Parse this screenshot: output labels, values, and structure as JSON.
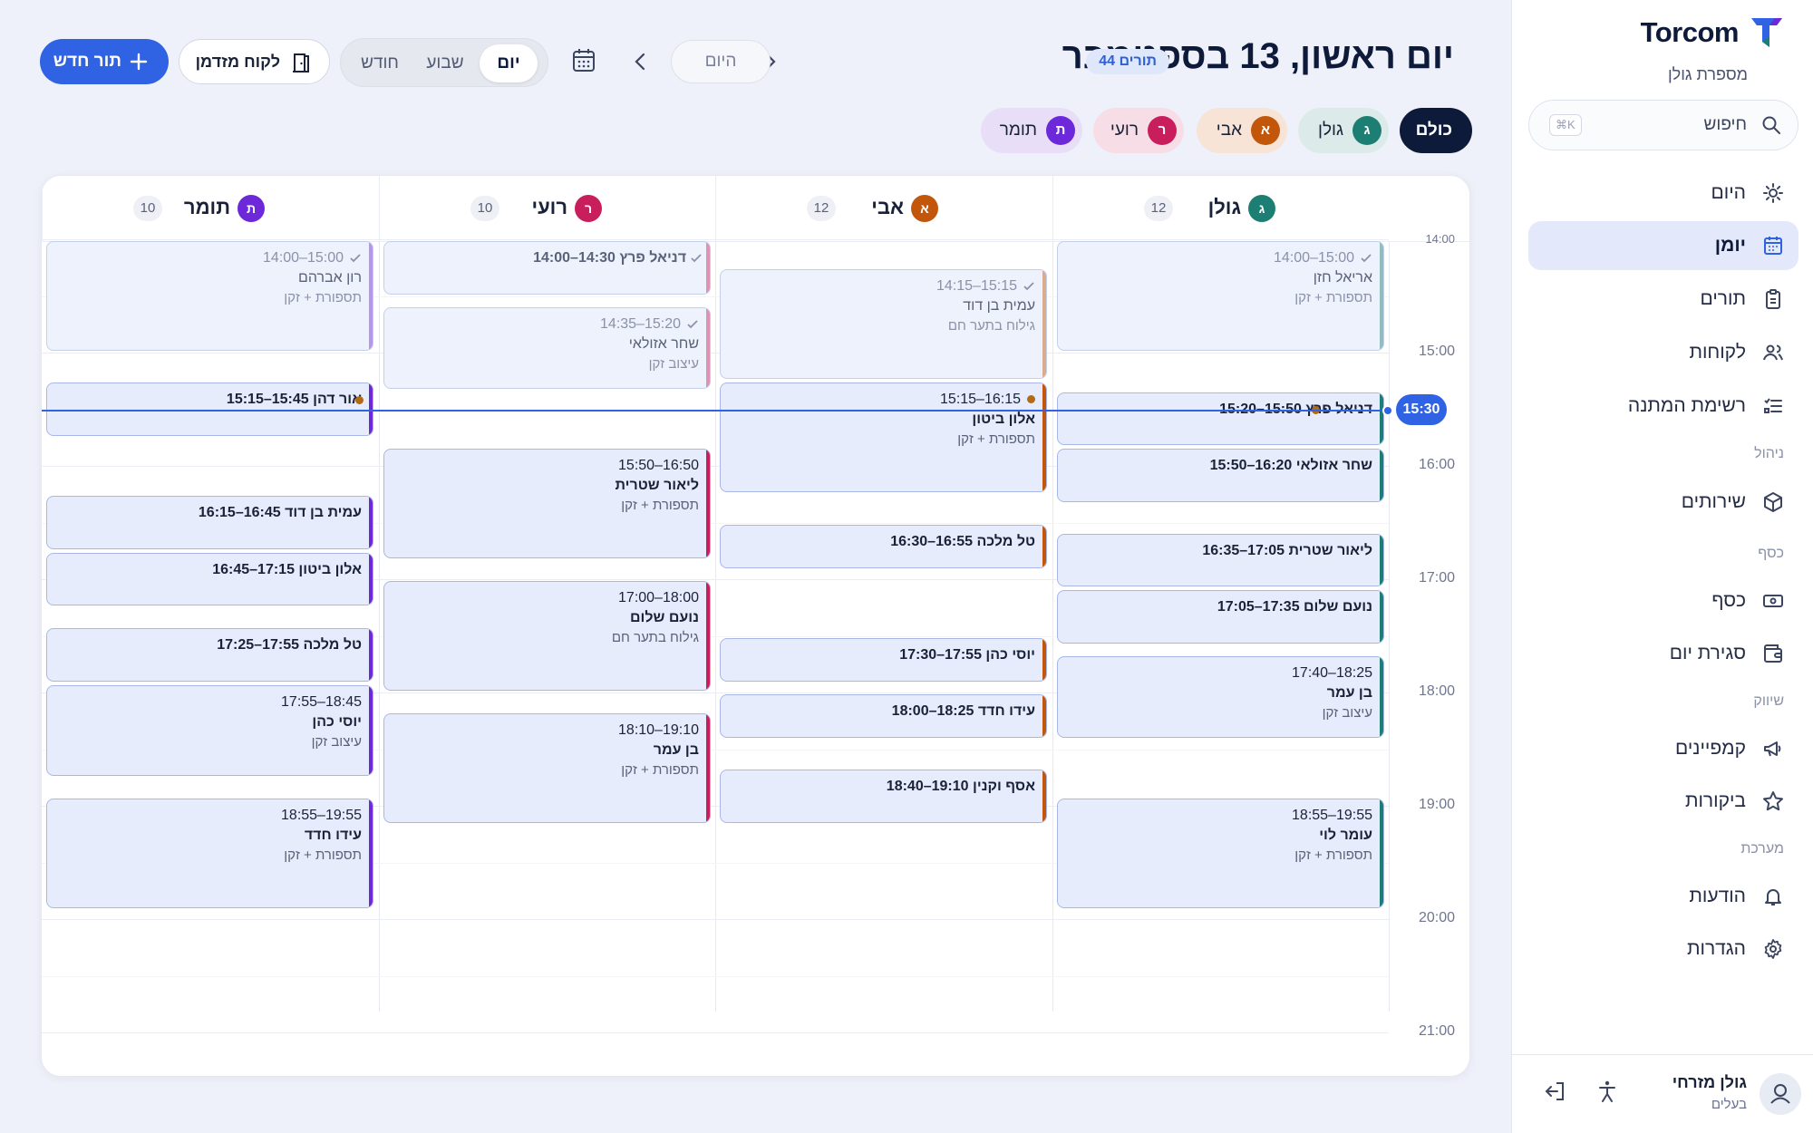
{
  "brand": {
    "name": "Torcom",
    "subtitle": "מספרת גולן",
    "accent": "#2f63e3"
  },
  "search": {
    "placeholder": "חיפוש",
    "shortcut": "⌘K"
  },
  "nav": {
    "main": [
      {
        "label": "היום",
        "icon": "sun-icon"
      },
      {
        "label": "יומן",
        "icon": "calendar-icon",
        "active": true
      },
      {
        "label": "תורים",
        "icon": "clipboard-icon"
      },
      {
        "label": "לקוחות",
        "icon": "users-icon"
      },
      {
        "label": "רשימת המתנה",
        "icon": "list-icon"
      }
    ],
    "management_label": "ניהול",
    "management": [
      {
        "label": "שירותים",
        "icon": "box-icon"
      }
    ],
    "money_label": "כסף",
    "money": [
      {
        "label": "כסף",
        "icon": "banknote-icon"
      },
      {
        "label": "סגירת יום",
        "icon": "wallet-icon"
      }
    ],
    "marketing_label": "שיווק",
    "marketing": [
      {
        "label": "קמפיינים",
        "icon": "megaphone-icon"
      },
      {
        "label": "ביקורות",
        "icon": "star-icon"
      }
    ],
    "system_label": "מערכת",
    "system": [
      {
        "label": "הודעות",
        "icon": "bell-icon"
      },
      {
        "label": "הגדרות",
        "icon": "gear-icon"
      }
    ]
  },
  "user": {
    "name": "גולן מזרחי",
    "role": "בעלים"
  },
  "header": {
    "title": "יום ראשון, 13 בספטמבר",
    "count": "44 תורים",
    "today": "היום",
    "views": [
      "יום",
      "שבוע",
      "חודש"
    ],
    "active_view": "יום",
    "walkin": "לקוח מזדמן",
    "new_appt": "תור חדש"
  },
  "filters": [
    {
      "label": "כולם",
      "active": true
    },
    {
      "label": "גולן",
      "initial": "ג",
      "color": "#1d7f74",
      "bg": "#dcebe9"
    },
    {
      "label": "אבי",
      "initial": "א",
      "color": "#c2570c",
      "bg": "#f7e4d6"
    },
    {
      "label": "רועי",
      "initial": "ר",
      "color": "#c81e5b",
      "bg": "#f6dde6"
    },
    {
      "label": "תומר",
      "initial": "ת",
      "color": "#6d28d9",
      "bg": "#e8def7"
    }
  ],
  "times": [
    "14:00",
    "15:00",
    "16:00",
    "17:00",
    "18:00",
    "19:00",
    "20:00",
    "21:00"
  ],
  "now": "15:30",
  "columns": [
    {
      "name": "גולן",
      "initial": "ג",
      "color": "#1d7f74",
      "count": "12",
      "events": [
        {
          "time": "14:00–15:00",
          "name": "אריאל חזן",
          "service": "תספורת + זקן",
          "done": true
        },
        {
          "line": "15:20–15:50 דניאל פרץ",
          "dot": true
        },
        {
          "line": "15:50–16:20 שחר אזולאי"
        },
        {
          "line": "16:35–17:05 ליאור שטרית"
        },
        {
          "line": "17:05–17:35 נועם שלום"
        },
        {
          "time": "17:40–18:25",
          "name": "בן עמר",
          "service": "עיצוב זקן"
        },
        {
          "time": "18:55–19:55",
          "name": "עומר לוי",
          "service": "תספורת + זקן"
        }
      ]
    },
    {
      "name": "אבי",
      "initial": "א",
      "color": "#c2570c",
      "count": "12",
      "events": [
        {
          "time": "14:15–15:15",
          "name": "עמית בן דוד",
          "service": "גילוח בתער חם",
          "done": true
        },
        {
          "time": "15:15–16:15",
          "name": "אלון ביטון",
          "service": "תספורת + זקן",
          "dot": true
        },
        {
          "line": "16:30–16:55 טל מלכה"
        },
        {
          "line": "17:30–17:55 יוסי כהן"
        },
        {
          "line": "18:00–18:25 עידו חדד"
        },
        {
          "line": "18:40–19:10 אסף וקנין"
        }
      ]
    },
    {
      "name": "רועי",
      "initial": "ר",
      "color": "#c81e5b",
      "count": "10",
      "events": [
        {
          "line": "14:00–14:30 דניאל פרץ",
          "done": true
        },
        {
          "time": "14:35–15:20",
          "name": "שחר אזולאי",
          "service": "עיצוב זקן",
          "done": true
        },
        {
          "time": "15:50–16:50",
          "name": "ליאור שטרית",
          "service": "תספורת + זקן"
        },
        {
          "time": "17:00–18:00",
          "name": "נועם שלום",
          "service": "גילוח בתער חם"
        },
        {
          "time": "18:10–19:10",
          "name": "בן עמר",
          "service": "תספורת + זקן"
        }
      ]
    },
    {
      "name": "תומר",
      "initial": "ת",
      "color": "#6d28d9",
      "count": "10",
      "events": [
        {
          "time": "14:00–15:00",
          "name": "רון אברהם",
          "service": "תספורת + זקן",
          "done": true
        },
        {
          "line": "15:15–15:45 אור דהן",
          "dot": true
        },
        {
          "line": "16:15–16:45 עמית בן דוד"
        },
        {
          "line": "16:45–17:15 אלון ביטון"
        },
        {
          "line": "17:25–17:55 טל מלכה"
        },
        {
          "time": "17:55–18:45",
          "name": "יוסי כהן",
          "service": "עיצוב זקן"
        },
        {
          "time": "18:55–19:55",
          "name": "עידו חדד",
          "service": "תספורת + זקן"
        }
      ]
    }
  ]
}
